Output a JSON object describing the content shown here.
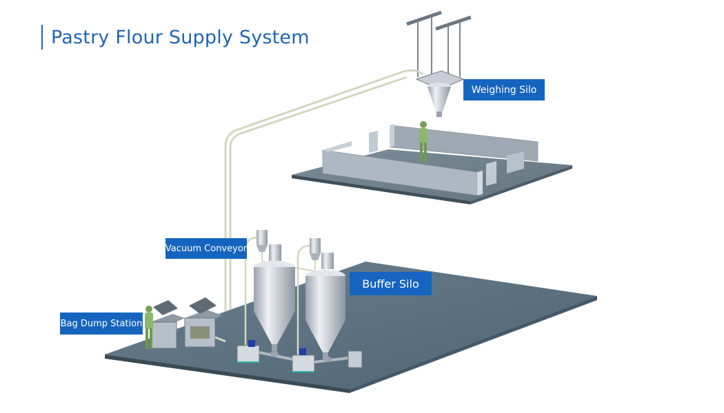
{
  "title": "Pastry Flour Supply System",
  "labels": {
    "weighing_silo": "Weighing Silo",
    "vacuum_conveyor": "Vacuum Conveyor",
    "buffer_silo": "Buffer Silo",
    "bag_dump_station": "Bag Dump Station"
  },
  "colors": {
    "title": "#1f64b4",
    "label_bg": "#1565c0",
    "floor": "#5d7382",
    "pipe": "#d8dcc8",
    "silo": "#c9ced6"
  }
}
